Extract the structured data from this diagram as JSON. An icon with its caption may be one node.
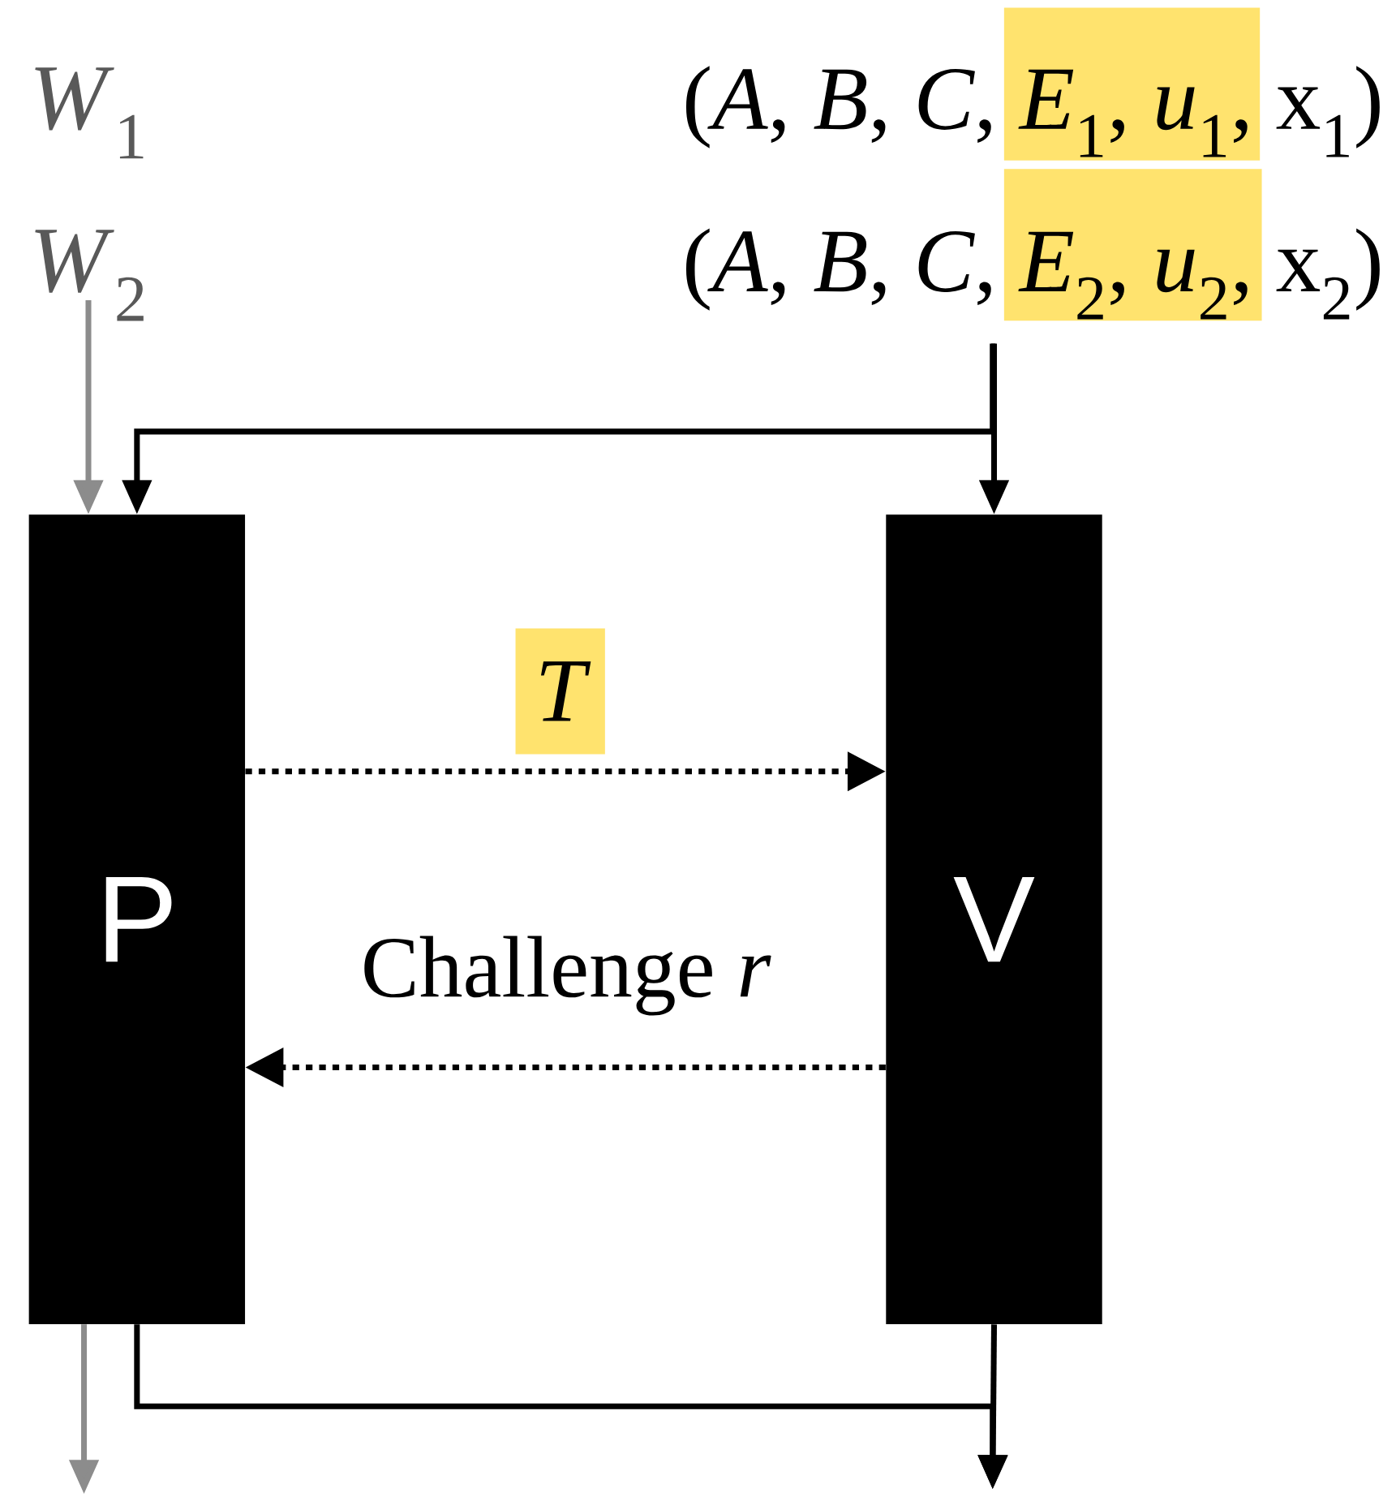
{
  "diagram": {
    "nodes": [
      {
        "text": [
          "*W*$_{1}$"
        ]
      },
      {
        "text": [
          "*W*$_{2}$"
        ]
      },
      {
        "text": [
          "(*A*, *B*, *C*, *E*$_{1}$, *u*$_{1}$, x$_{1}$)"
        ]
      },
      {
        "text": [
          "(*A*, *B*, *C*, *E*$_{2}$, *u*$_{2}$, x$_{2}$)"
        ]
      },
      {
        "text": [
          "P"
        ]
      },
      {
        "text": [
          "V"
        ]
      }
    ],
    "edges": [
      {
        "from": 1,
        "to": 4,
        "arrow": "to",
        "color": "#8c8c8c"
      },
      {
        "from": 3,
        "to": 5,
        "arrow": "to"
      },
      {
        "from": 3,
        "to": 4,
        "arrow": "to"
      },
      {
        "from": 4,
        "to": 5,
        "arrow": "to",
        "style": "dashed",
        "label": "T"
      },
      {
        "from": 5,
        "to": 4,
        "arrow": "to",
        "style": "dashed",
        "label": "Challenge *r*"
      },
      {
        "from": 4,
        "to": null,
        "arrow": "to",
        "color": "#8c8c8c"
      },
      {
        "from": 4,
        "to": null,
        "arrow": "to"
      },
      {
        "from": 5,
        "to": null,
        "arrow": "to"
      }
    ]
  }
}
